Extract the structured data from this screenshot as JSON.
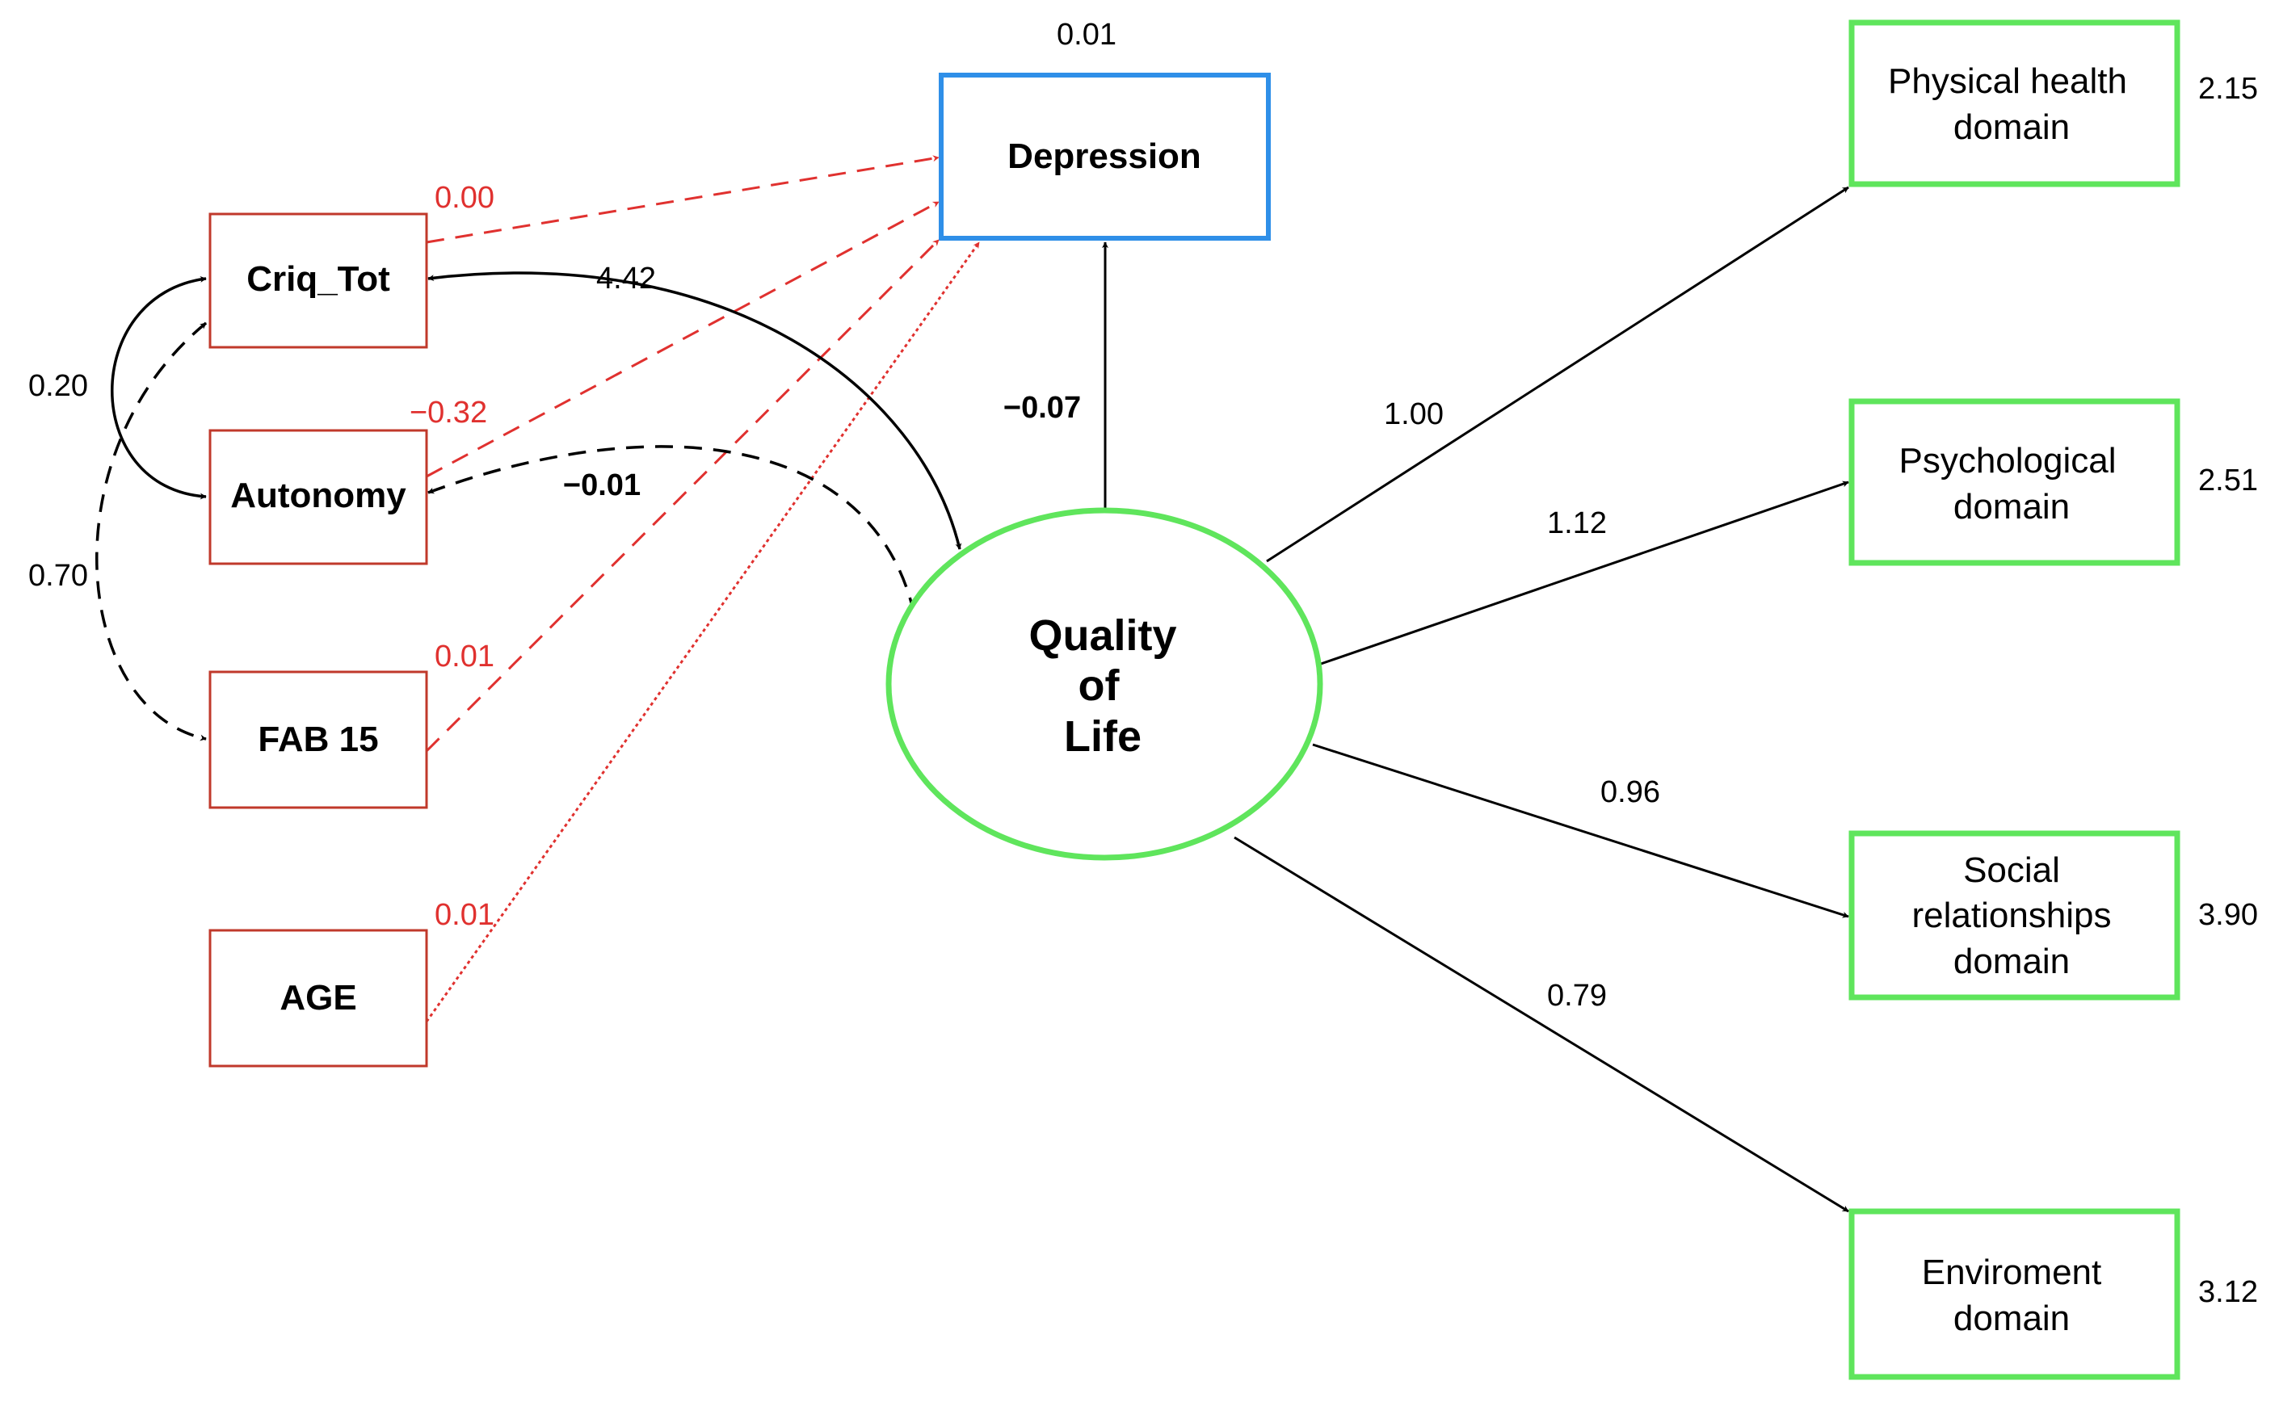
{
  "colors": {
    "predictor_border": "#c0392b",
    "depression_border": "#2f8fe8",
    "qol_border": "#5fe55c",
    "domain_border": "#5fe55c",
    "red_path": "#e0312f",
    "black_path": "#000000"
  },
  "nodes": {
    "criq": "Criq_Tot",
    "autonomy": "Autonomy",
    "fab": "FAB 15",
    "age": "AGE",
    "depression": "Depression",
    "qol": [
      "Quality",
      "of",
      "Life"
    ],
    "physical": [
      "Physical health",
      "domain"
    ],
    "psychological": [
      "Psychological",
      "domain"
    ],
    "social": [
      "Social",
      "relationships",
      "domain"
    ],
    "environment": [
      "Enviroment",
      "domain"
    ]
  },
  "coefficients": {
    "depression_residual": "0.01",
    "criq_to_depression": "0.00",
    "autonomy_to_depression": "−0.32",
    "fab_to_depression": "0.01",
    "age_to_depression": "0.01",
    "criq_qol": "4.42",
    "autonomy_qol": "−0.01",
    "qol_to_depression": "−0.07",
    "criq_autonomy": "0.20",
    "criq_fab": "0.70",
    "qol_physical": "1.00",
    "qol_psychological": "1.12",
    "qol_social": "0.96",
    "qol_environment": "0.79",
    "physical_residual": "2.15",
    "psychological_residual": "2.51",
    "social_residual": "3.90",
    "environment_residual": "3.12"
  }
}
